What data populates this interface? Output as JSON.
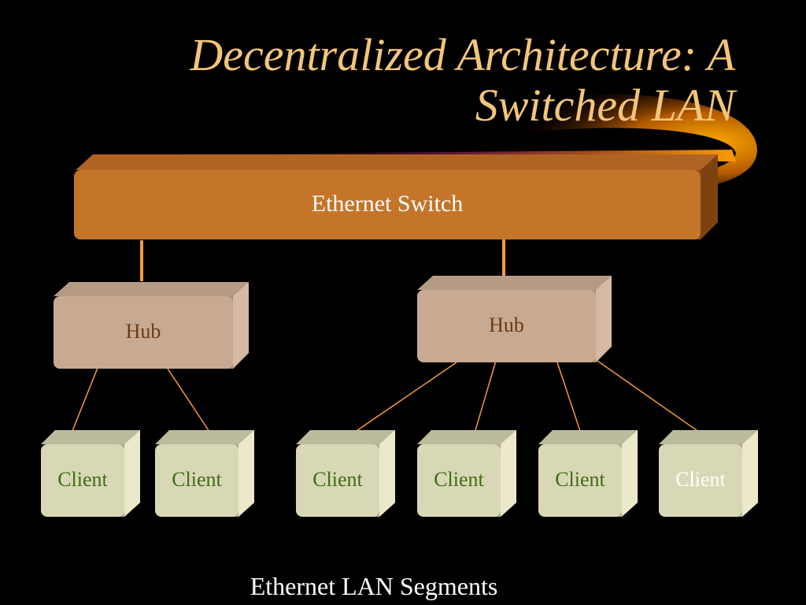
{
  "title": {
    "line1": "Decentralized Architecture: A",
    "line2": "Switched LAN"
  },
  "diagram": {
    "switch_label": "Ethernet Switch",
    "hubs": [
      "Hub",
      "Hub"
    ],
    "clients": [
      "Client",
      "Client",
      "Client",
      "Client",
      "Client",
      "Client"
    ]
  },
  "caption": "Ethernet LAN Segments",
  "colors": {
    "background": "#000000",
    "title": "#f3c57a",
    "switch": "#c47529",
    "hub": "#c8aa92",
    "client": "#d9d8b6",
    "connector": "#f39a3c"
  }
}
